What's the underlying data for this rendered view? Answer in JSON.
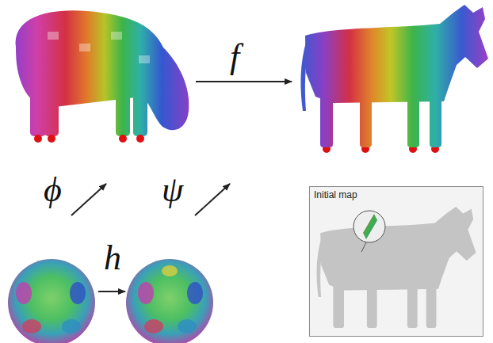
{
  "diagram": {
    "nodes": [
      {
        "text": [
          "Initial map"
        ]
      }
    ],
    "labels": [
      "f",
      "ϕ",
      "ψ",
      "h"
    ]
  }
}
